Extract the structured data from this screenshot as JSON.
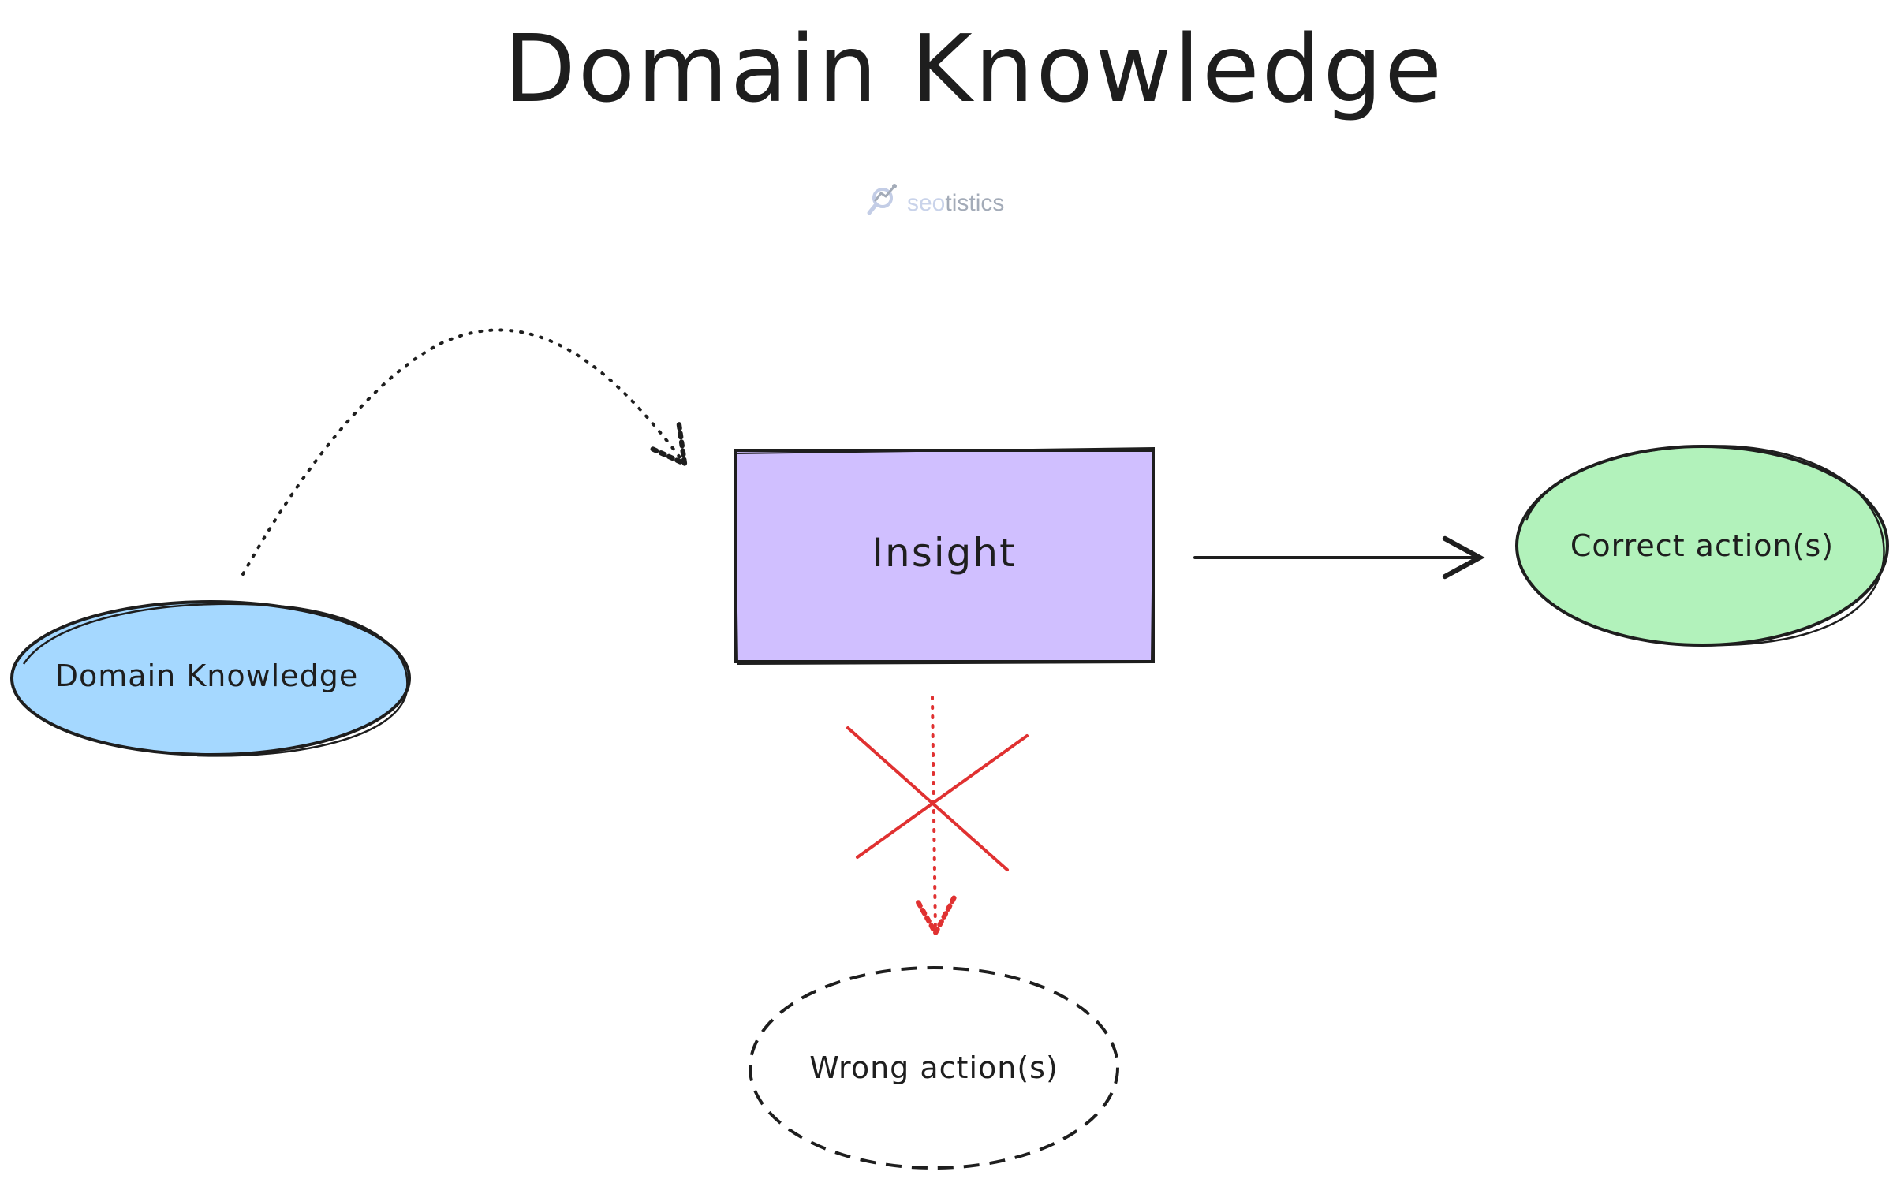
{
  "title": "Domain Knowledge",
  "logo": {
    "name_part1": "seo",
    "name_part2": "tistics",
    "icon": "chart-magnifier-icon",
    "color_part1": "#c9d3ea",
    "color_part2": "#a3abb8"
  },
  "nodes": {
    "domain_knowledge": {
      "label": "Domain Knowledge",
      "shape": "ellipse",
      "fill": "#a5d8ff"
    },
    "insight": {
      "label": "Insight",
      "shape": "rectangle",
      "fill": "#d0bfff"
    },
    "correct_action": {
      "label": "Correct action(s)",
      "shape": "ellipse",
      "fill": "#b2f2bb"
    },
    "wrong_action": {
      "label": "Wrong action(s)",
      "shape": "ellipse",
      "fill": "#ffffff",
      "border": "dashed"
    }
  },
  "edges": [
    {
      "from": "domain_knowledge",
      "to": "insight",
      "style": "dotted",
      "color": "#1e1e1e"
    },
    {
      "from": "insight",
      "to": "correct_action",
      "style": "solid",
      "color": "#1e1e1e"
    },
    {
      "from": "insight",
      "to": "wrong_action",
      "style": "dotted",
      "color": "#e03131",
      "crossed_out": true
    }
  ],
  "colors": {
    "stroke": "#1e1e1e",
    "cross": "#e03131"
  }
}
